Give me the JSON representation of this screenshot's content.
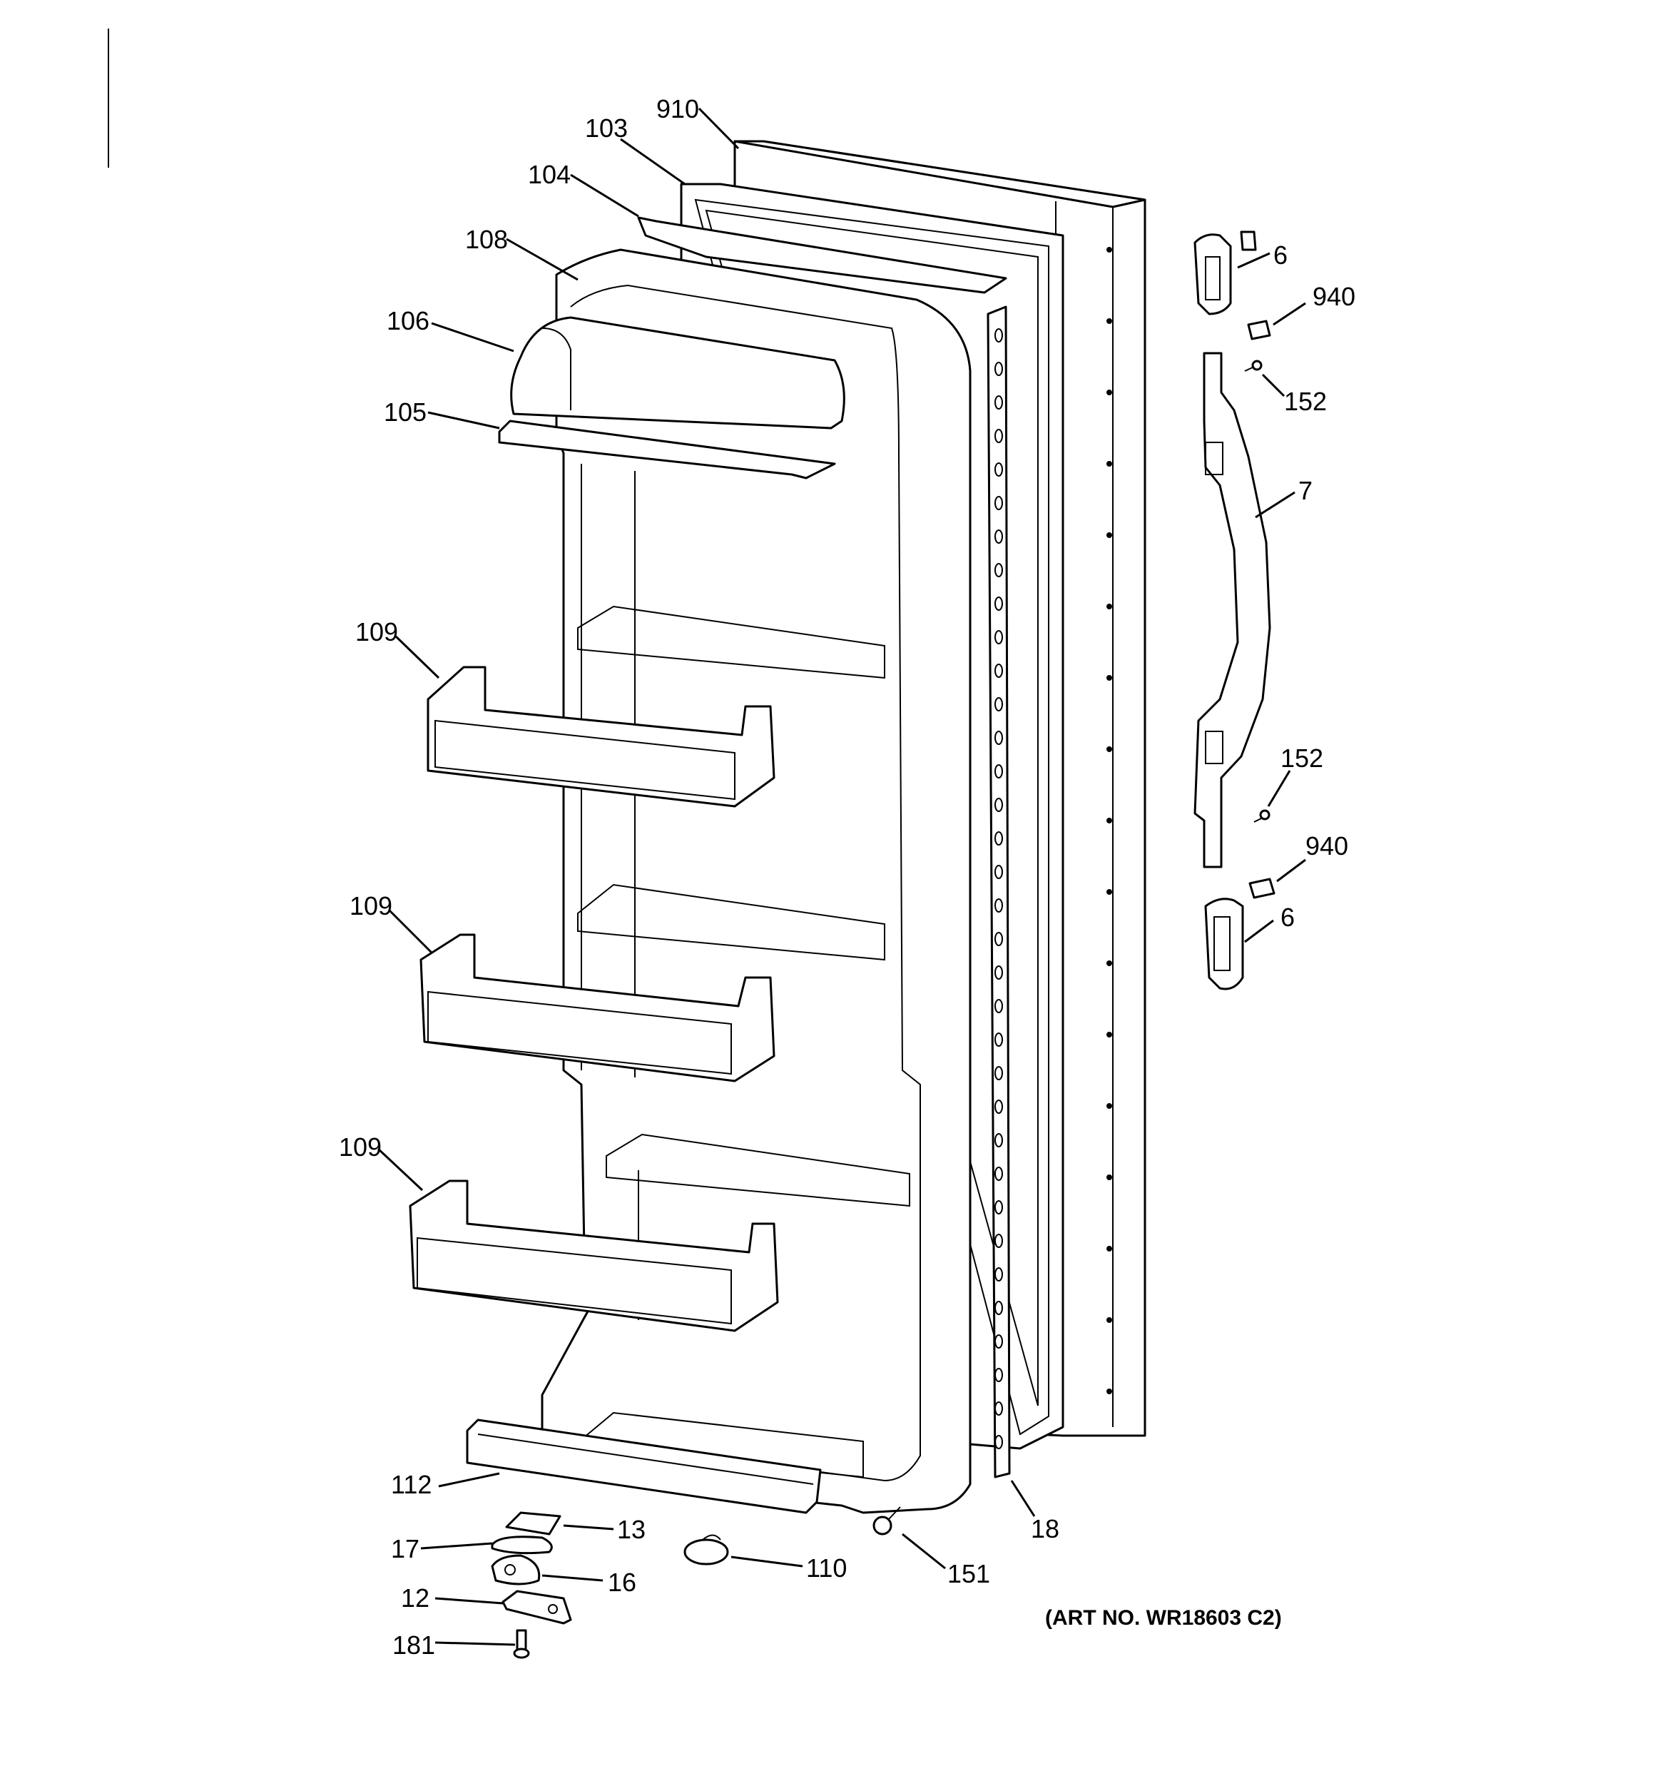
{
  "labels": {
    "l910": "910",
    "l103": "103",
    "l104": "104",
    "l108": "108",
    "l106": "106",
    "l105": "105",
    "l109a": "109",
    "l109b": "109",
    "l109c": "109",
    "l112": "112",
    "l13": "13",
    "l17": "17",
    "l16": "16",
    "l12": "12",
    "l181": "181",
    "l110": "110",
    "l151": "151",
    "l18": "18",
    "l6a": "6",
    "l940a": "940",
    "l152a": "152",
    "l7": "7",
    "l152b": "152",
    "l940b": "940",
    "l6b": "6"
  },
  "art_number": "(ART NO. WR18603 C2)"
}
